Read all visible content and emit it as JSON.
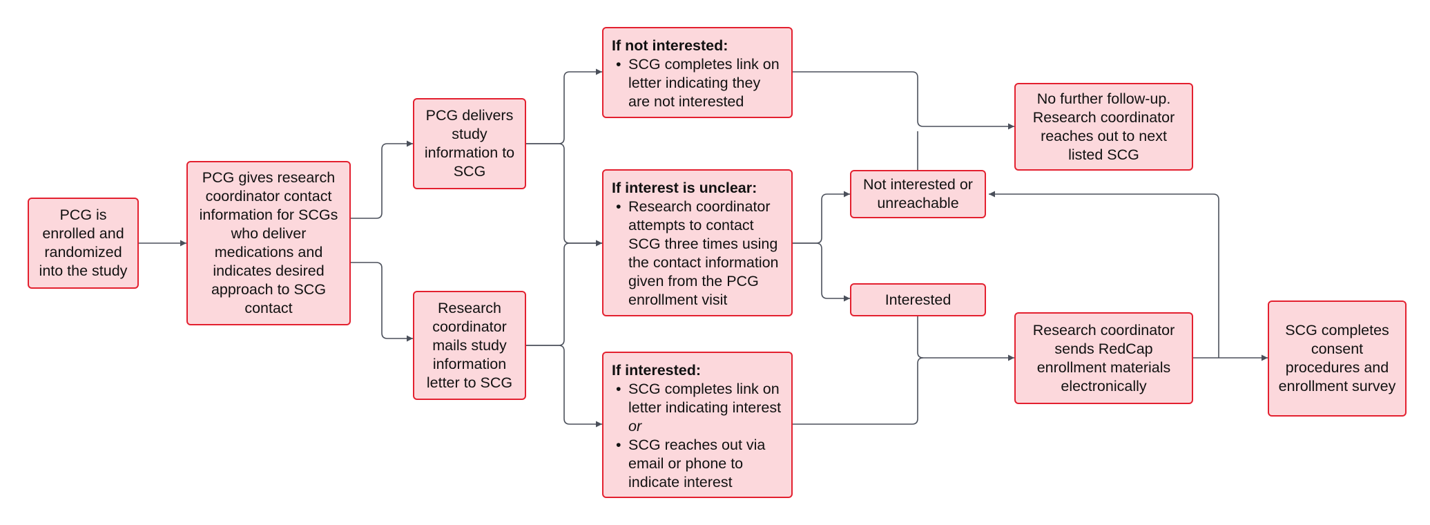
{
  "nodes": {
    "pcg_enrolled": "PCG is enrolled and randomized into the study",
    "pcg_gives": "PCG gives research coordinator contact information for SCGs who deliver medications and indicates desired approach to SCG contact",
    "pcg_delivers": "PCG delivers study information to SCG",
    "rc_mails": "Research coordinator mails study information letter to SCG",
    "not_interested": {
      "heading": "If not interested:",
      "bullets": [
        "SCG completes link on letter indicating they are not interested"
      ]
    },
    "unclear": {
      "heading": "If interest is unclear:",
      "bullets": [
        "Research coordinator attempts to contact SCG three times using the contact information given from the PCG enrollment visit"
      ]
    },
    "interested": {
      "heading": "If interested:",
      "bullet1": "SCG completes link on letter indicating interest",
      "bullet1_or": "or",
      "bullet2": "SCG reaches out via email or phone to indicate interest"
    },
    "not_interested_unreachable": "Not interested or unreachable",
    "interested_label": "Interested",
    "no_followup": "No further follow-up. Research coordinator reaches out to next listed SCG",
    "rc_sends": "Research coordinator sends RedCap enrollment materials electronically",
    "scg_completes": "SCG completes consent procedures and enrollment survey"
  },
  "colors": {
    "box_fill": "#fcd8dc",
    "box_border": "#e3202f",
    "connector": "#4a4f5a"
  }
}
